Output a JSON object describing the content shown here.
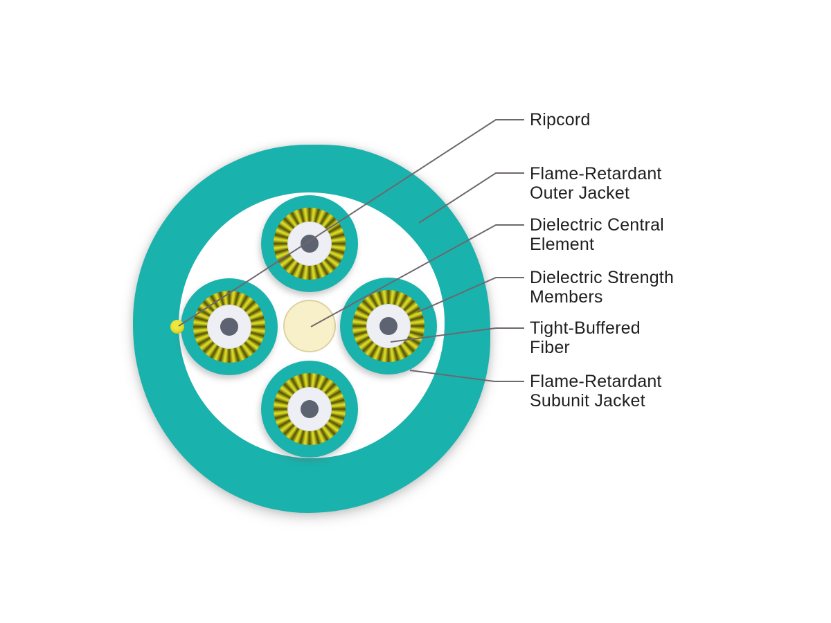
{
  "diagram": {
    "type": "fiber-optic-cable-cross-section",
    "labels": [
      {
        "id": "ripcord",
        "lines": [
          "Ripcord"
        ]
      },
      {
        "id": "outer-jacket",
        "lines": [
          "Flame-Retardant",
          "Outer Jacket"
        ]
      },
      {
        "id": "central-element",
        "lines": [
          "Dielectric Central",
          "Element"
        ]
      },
      {
        "id": "strength-members",
        "lines": [
          "Dielectric Strength",
          "Members"
        ]
      },
      {
        "id": "fiber",
        "lines": [
          "Tight-Buffered",
          "Fiber"
        ]
      },
      {
        "id": "subunit-jacket",
        "lines": [
          "Flame-Retardant",
          "Subunit Jacket"
        ]
      }
    ],
    "colors": {
      "jacket_teal": "#1ab2ac",
      "strength_yellow": "#d9d724",
      "strength_olive": "#515104",
      "central_cream": "#f7f0c8",
      "fiber_white": "#edeff4",
      "core_gray": "#5d6370",
      "ripcord_yellow": "#e4de2c",
      "leader_line": "#6e676d",
      "text": "#1f1f1f"
    }
  }
}
